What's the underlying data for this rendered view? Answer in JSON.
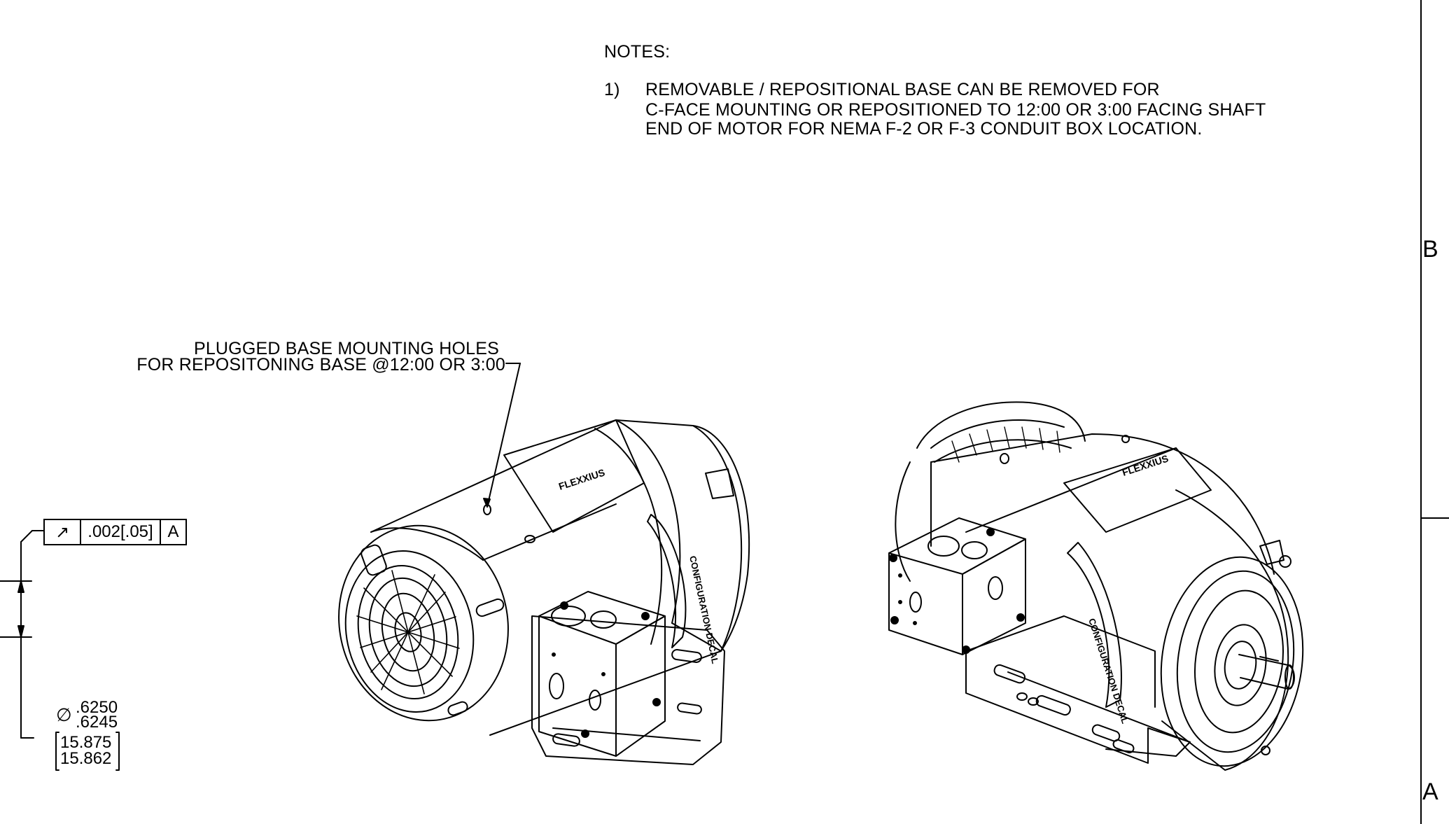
{
  "notes": {
    "heading": "NOTES:",
    "items": [
      {
        "number": "1)",
        "lines": [
          "REMOVABLE / REPOSITIONAL BASE CAN BE REMOVED FOR",
          "C-FACE MOUNTING OR REPOSITIONED TO 12:00 OR 3:00 FACING SHAFT",
          "END OF MOTOR FOR NEMA F-2 OR F-3 CONDUIT BOX LOCATION."
        ]
      }
    ]
  },
  "callout": {
    "line_1": "PLUGGED BASE MOUNTING HOLES",
    "line_2": "FOR REPOSITONING BASE @12:00 OR 3:00"
  },
  "feature_control_frame": {
    "symbol": "↗",
    "tolerance": ".002[.05]",
    "datum": "A"
  },
  "shaft_dimension": {
    "diameter_symbol": "∅",
    "inch_upper": ".6250",
    "inch_lower": ".6245",
    "mm_upper": "15.875",
    "mm_lower": "15.862"
  },
  "zones": {
    "b": "B",
    "a": "A"
  },
  "decals": {
    "brand": "FLEXXIUS",
    "configuration": "CONFIGURATION DECAL"
  }
}
